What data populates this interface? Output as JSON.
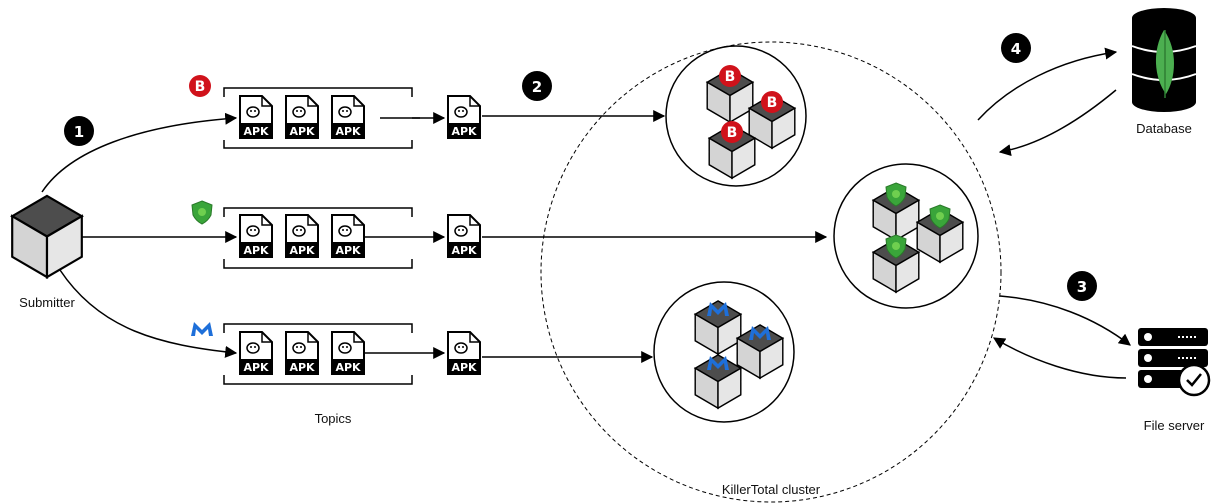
{
  "labels": {
    "submitter": "Submitter",
    "topics": "Topics",
    "cluster": "KillerTotal cluster",
    "database": "Database",
    "file_server": "File server"
  },
  "steps": [
    "1",
    "2",
    "3",
    "4"
  ],
  "apk_label": "APK",
  "vendors": [
    {
      "icon": "bitdefender-b-icon",
      "color": "#d0121b",
      "glyph": "B"
    },
    {
      "icon": "green-shield-icon",
      "color": "#3aa53a",
      "glyph": ""
    },
    {
      "icon": "malwarebytes-m-icon",
      "color": "#1e6fd9",
      "glyph": ""
    }
  ],
  "colors": {
    "bitdefender": "#d0121b",
    "shield": "#3aa53a",
    "malwarebytes": "#1e6fd9",
    "cube_dark": "#555555",
    "cube_light": "#d9d9d9"
  }
}
